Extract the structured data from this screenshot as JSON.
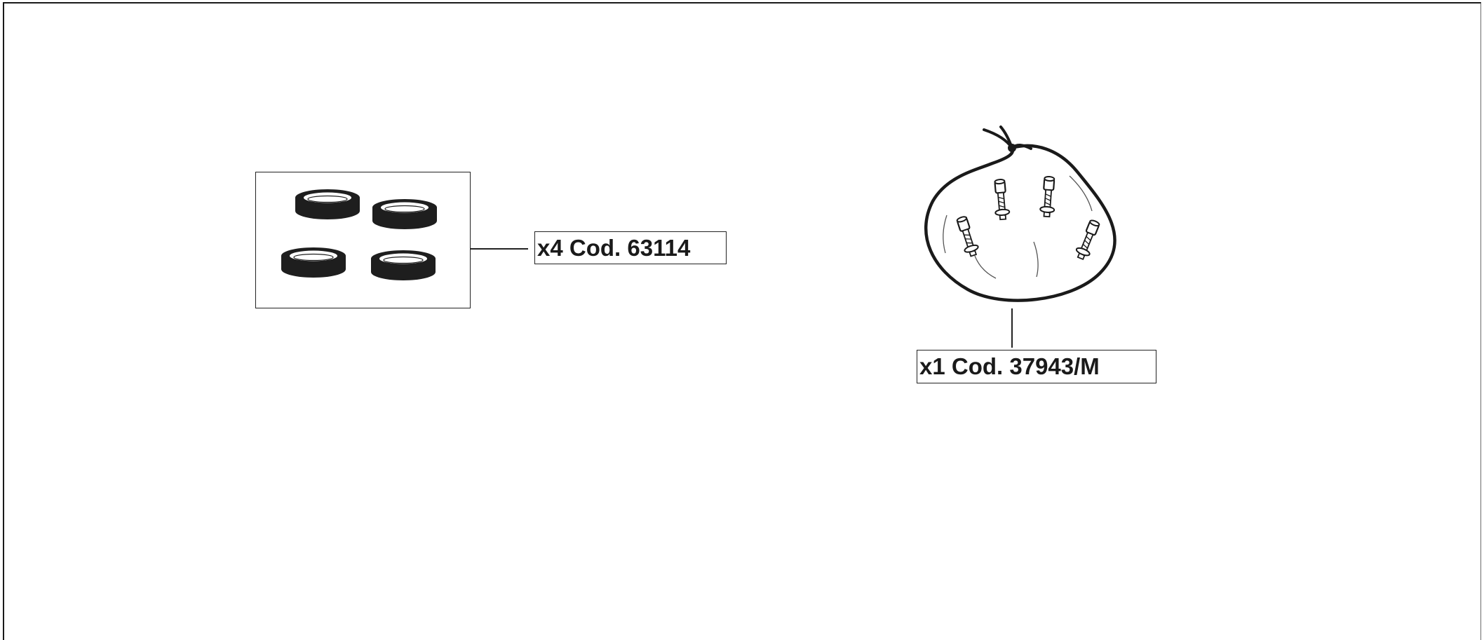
{
  "parts": [
    {
      "id": "spacer-rings",
      "label": "x4 Cod. 63114"
    },
    {
      "id": "screw-bag",
      "label": "x1 Cod. 37943/M"
    }
  ]
}
